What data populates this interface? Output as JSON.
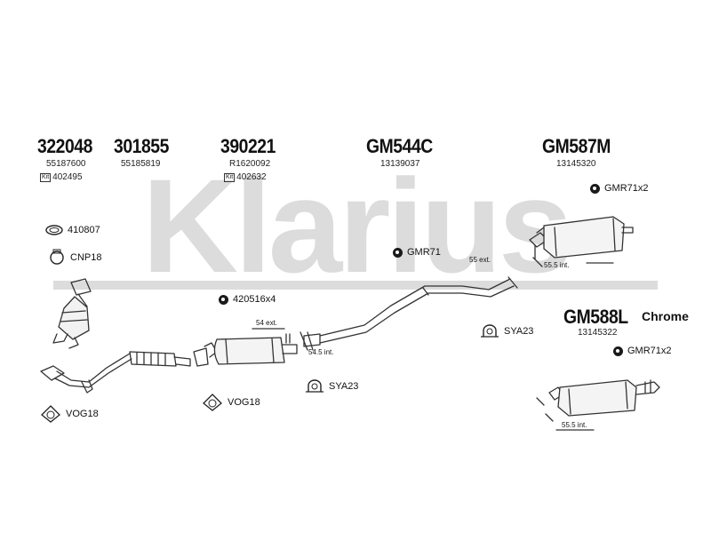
{
  "watermark": "Klarius",
  "groups": [
    {
      "part": "322048",
      "oem": "55187600",
      "kit_label": "Kit",
      "kit_number": "402495"
    },
    {
      "part": "301855",
      "oem": "55185819"
    },
    {
      "part": "390221",
      "oem": "R1620092",
      "kit_label": "Kit",
      "kit_number": "402632"
    },
    {
      "part": "GM544C",
      "oem": "13139037"
    },
    {
      "part": "GM587M",
      "oem": "13145320"
    },
    {
      "part": "GM588L",
      "oem": "13145322",
      "finish": "Chrome"
    }
  ],
  "accessories": {
    "ring_410807": "410807",
    "clamp_cnp18": "CNP18",
    "bolts_420516": "420516x4",
    "gmr71": "GMR71",
    "gmr71x2_top": "GMR71x2",
    "gmr71x2_bottom": "GMR71x2",
    "sya23_right": "SYA23",
    "sya23_center": "SYA23",
    "vog18_left": "VOG18",
    "vog18_center": "VOG18"
  },
  "dimensions": {
    "ext_55": "55 ext.",
    "int_55_5_top": "55.5 int.",
    "ext_54": "54 ext.",
    "int_54_5": "54.5 int.",
    "int_55_5_bottom": "55.5 int."
  },
  "colors": {
    "ink": "#111111",
    "watermark": "#d9d9d9",
    "line": "#333333"
  }
}
